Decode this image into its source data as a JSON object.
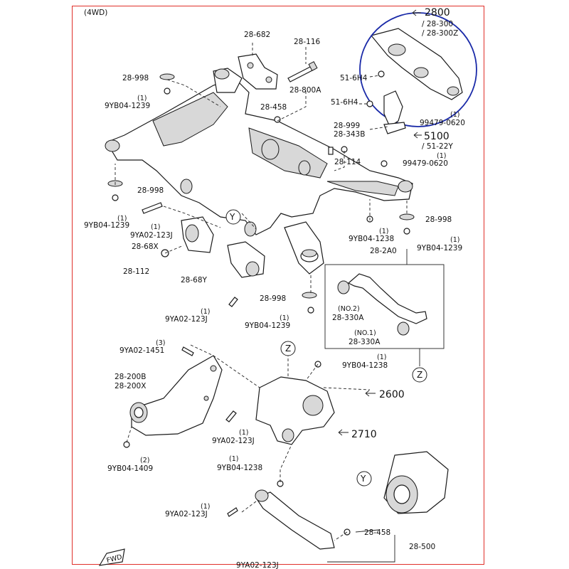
{
  "header": {
    "variant": "(4WD)"
  },
  "refs": {
    "r2800": "2800",
    "r28300": "/ 28-300",
    "r28300z": "/ 28-300Z",
    "r5100": "5100",
    "r5122y": "/ 51-22Y",
    "r2600": "2600",
    "r2710": "2710"
  },
  "markers": {
    "y": "Y",
    "z": "Z"
  },
  "labels": {
    "p28682": "28-682",
    "p28116": "28-116",
    "p28998a": "28-998",
    "p9yb1239a": "9YB04-1239",
    "q1a": "(1)",
    "p28800a": "28-800A",
    "p28458a": "28-458",
    "p516h4a": "51-6H4",
    "p516h4b": "51-6H4",
    "p28999": "28-999",
    "p28343b": "28-343B",
    "p994790620a": "99479-0620",
    "q1b": "(1)",
    "p994790620b": "99479-0620",
    "q1c": "(1)",
    "p28114": "28-114",
    "p28998b": "28-998",
    "p9yb1239b": "9YB04-1239",
    "q1d": "(1)",
    "p9ya123j_a": "9YA02-123J",
    "q1e": "(1)",
    "p2868x": "28-68X",
    "p28112": "28-112",
    "p2868y": "28-68Y",
    "p9yb1238a": "9YB04-1238",
    "q1f": "(1)",
    "p28998c": "28-998",
    "p9yb1239c": "9YB04-1239",
    "q1g": "(1)",
    "p282a0": "28-2A0",
    "no2": "(NO.2)",
    "p28330a_2": "28-330A",
    "no1": "(NO.1)",
    "p28330a_1": "28-330A",
    "p28998d": "28-998",
    "p9ya123j_b": "9YA02-123J",
    "q1h": "(1)",
    "p9yb1239d": "9YB04-1239",
    "q1i": "(1)",
    "p9ya1451": "9YA02-1451",
    "q3": "(3)",
    "p9yb1238b": "9YB04-1238",
    "q1j": "(1)",
    "p28200b": "28-200B",
    "p28200x": "28-200X",
    "p9ya123j_c": "9YA02-123J",
    "q1k": "(1)",
    "p9yb1409": "9YB04-1409",
    "q2": "(2)",
    "p9yb1238c": "9YB04-1238",
    "q1l": "(1)",
    "p9ya123j_d": "9YA02-123J",
    "q1m": "(1)",
    "p28458b": "28-458",
    "p28500": "28-500",
    "p9ya123j_e": "9YA02-123J",
    "fwd": "FWD"
  },
  "colors": {
    "frame": "#e0302a",
    "highlight": "#1a2aa8",
    "ink": "#1a1a1a"
  }
}
